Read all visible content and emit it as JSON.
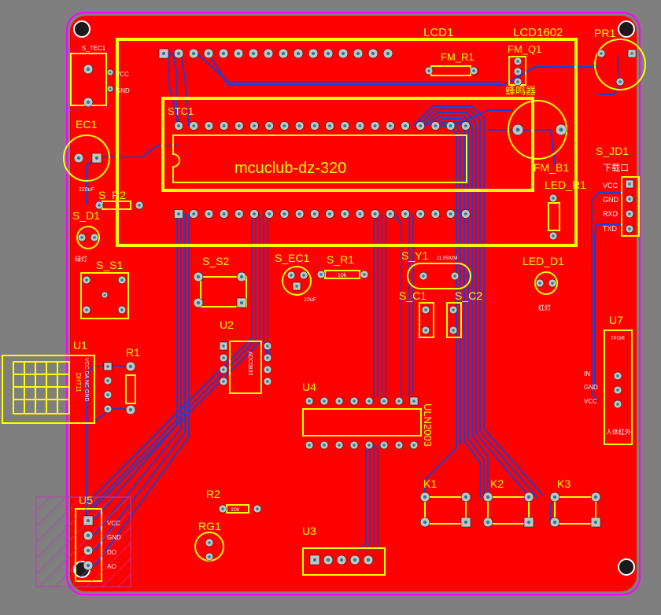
{
  "board": {
    "colors": {
      "background": "#7f7f7f",
      "copper_top": "#ff0000",
      "trace_bottom": "#1f3fd0",
      "pad": "#c4c4c4",
      "silkscreen": "#ffff00",
      "outline": "#ff00ff",
      "hole": "#1a1a1a",
      "text_white": "#ffffff"
    },
    "lcd": {
      "designator": "LCD1",
      "part": "LCD1602"
    },
    "mcu": {
      "designator": "STC1",
      "label": "mcuclub-dz-320"
    },
    "labels": {
      "fm_r1": "FM_R1",
      "fm_q1": "FM_Q1",
      "fm_b1": "FM_B1",
      "buzzer_cn": "蜂鸣器",
      "pr1": "PR1",
      "s_tec1": "S_TEC1",
      "vcc": "VCC",
      "gnd": "GND",
      "ec1": "EC1",
      "ec1_val": "220uF",
      "s_r2": "S_R2",
      "s_d1": "S_D1",
      "green_led": "绿灯",
      "s_s1": "S_S1",
      "s_s2": "S_S2",
      "s_ec1": "S_EC1",
      "s_ec1_val": "10uF",
      "s_r1": "S_R1",
      "r10k": "10k",
      "s_y1": "S_Y1",
      "y1_val": "11.0592M",
      "s_c1": "S_C1",
      "s_c2": "S_C2",
      "s_jd1": "S_JD1",
      "download_cn": "下载口",
      "jd_vcc": "VCC",
      "jd_gnd": "GND",
      "jd_rxd": "RXD",
      "jd_txd": "TXD",
      "led_r1": "LED_R1",
      "led_d1": "LED_D1",
      "red_led": "红灯",
      "u1": "U1",
      "u1_part": "DHT11",
      "u1_pins": "VCC DA NC GND",
      "r1": "R1",
      "u2": "U2",
      "u2_part": "ADC0832",
      "u4": "U4",
      "u4_part": "ULN2003",
      "u5": "U5",
      "u5_vcc": "VCC",
      "u5_gnd": "GND",
      "u5_do": "DO",
      "u5_ao": "AO",
      "u7": "U7",
      "u7_top": "TPDIR",
      "u7_in": "IN",
      "u7_gnd": "GND",
      "u7_vcc": "VCC",
      "u7_bottom": "人体红外",
      "r2": "R2",
      "rg1": "RG1",
      "u3": "U3",
      "k1": "K1",
      "k2": "K2",
      "k3": "K3"
    }
  }
}
